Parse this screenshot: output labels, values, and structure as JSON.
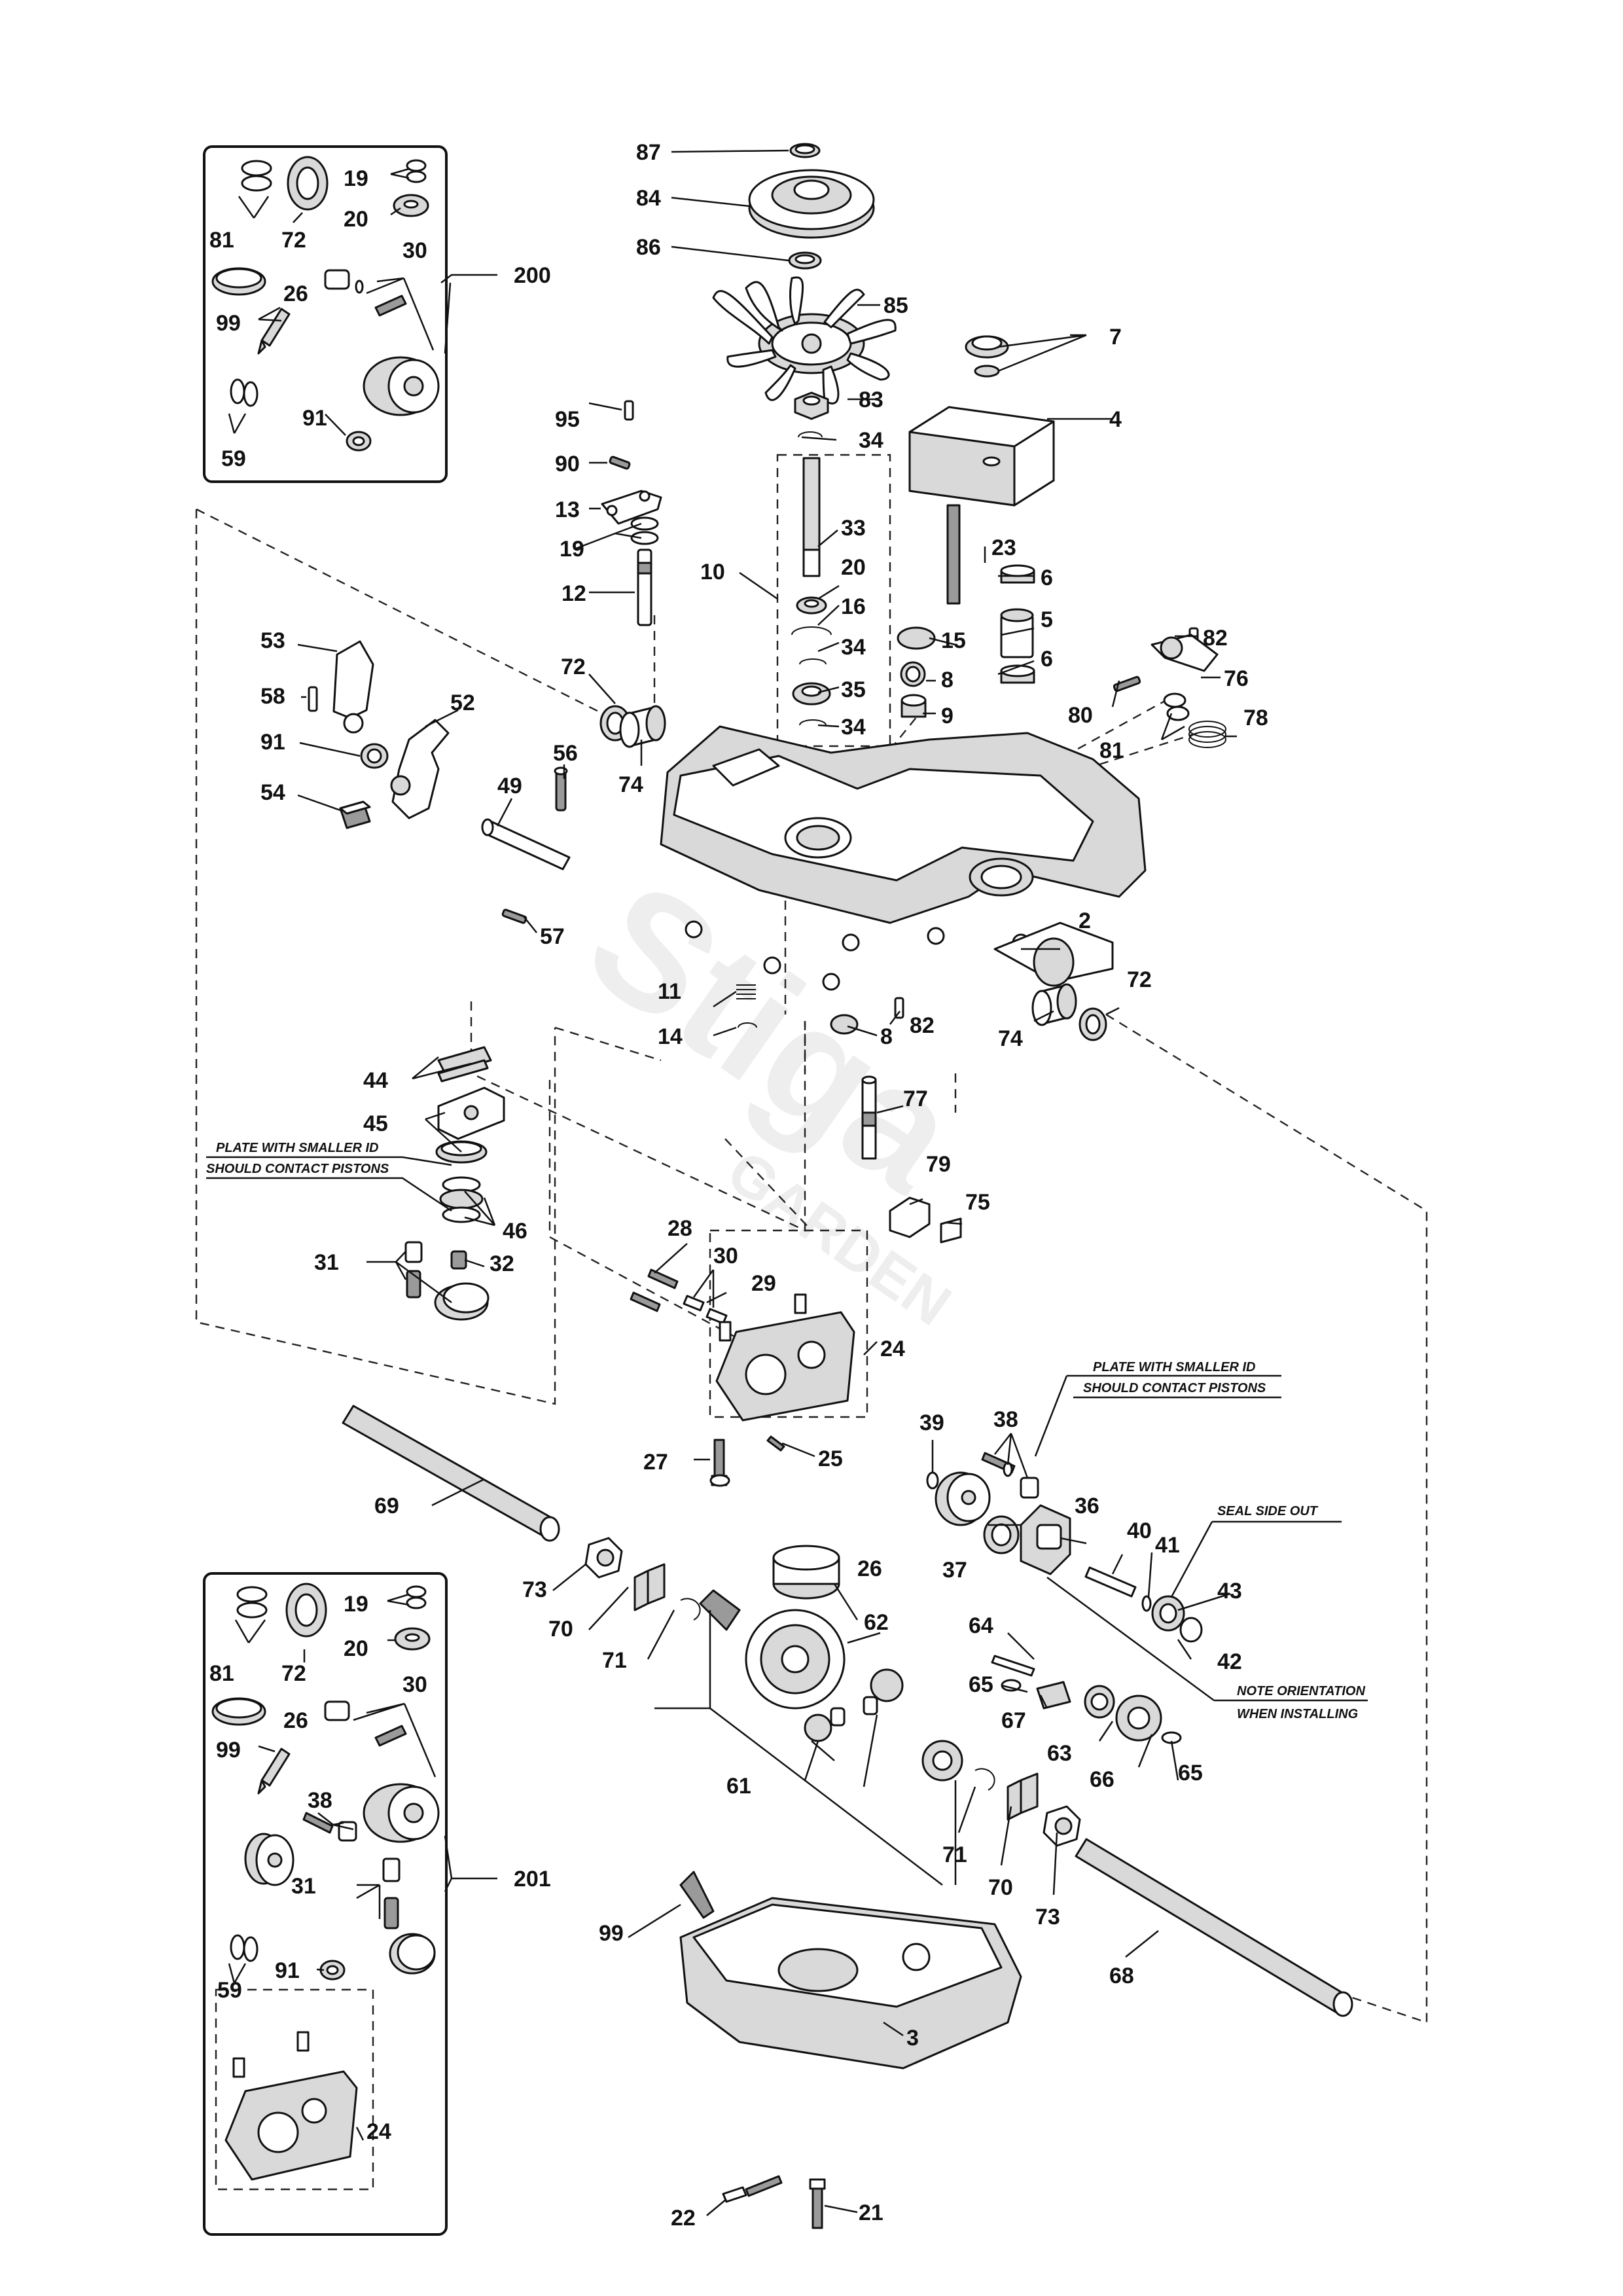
{
  "watermark": {
    "brand": "Stiga",
    "sub": "GARDEN"
  },
  "notes": {
    "plate_a_line1": "PLATE WITH SMALLER ID",
    "plate_a_line2": "SHOULD CONTACT PISTONS",
    "plate_b_line1": "PLATE WITH SMALLER ID",
    "plate_b_line2": "SHOULD CONTACT PISTONS",
    "seal": "SEAL SIDE OUT",
    "orient_line1": "NOTE ORIENTATION",
    "orient_line2": "WHEN INSTALLING"
  },
  "callouts": {
    "c87": "87",
    "c84": "84",
    "c86": "86",
    "c85": "85",
    "c7": "7",
    "c4": "4",
    "c83": "83",
    "c34a": "34",
    "c95": "95",
    "c90": "90",
    "c13": "13",
    "c19m": "19",
    "c12": "12",
    "c33": "33",
    "c23": "23",
    "c10": "10",
    "c20m": "20",
    "c16": "16",
    "c6a": "6",
    "c5": "5",
    "c6b": "6",
    "c82a": "82",
    "c76": "76",
    "c15": "15",
    "c34b": "34",
    "c8a": "8",
    "c35": "35",
    "c9": "9",
    "c34c": "34",
    "c80": "80",
    "c78": "78",
    "c81m": "81",
    "c53": "53",
    "c58": "58",
    "c52": "52",
    "c91m": "91",
    "c54": "54",
    "c72a": "72",
    "c74a": "74",
    "c56": "56",
    "c49": "49",
    "c57": "57",
    "c2": "2",
    "c72b": "72",
    "c74b": "74",
    "c11": "11",
    "c14": "14",
    "c8b": "8",
    "c82b": "82",
    "c77": "77",
    "c79": "79",
    "c75": "75",
    "c44": "44",
    "c45": "45",
    "c46": "46",
    "c31a": "31",
    "c32": "32",
    "c28": "28",
    "c30m": "30",
    "c29": "29",
    "c24a": "24",
    "c39": "39",
    "c38a": "38",
    "c27": "27",
    "c25": "25",
    "c69": "69",
    "c36": "36",
    "c40": "40",
    "c41": "41",
    "c43": "43",
    "c42": "42",
    "c37": "37",
    "c73a": "73",
    "c70a": "70",
    "c71a": "71",
    "c26m": "26",
    "c62": "62",
    "c64": "64",
    "c65a": "65",
    "c67": "67",
    "c63": "63",
    "c66": "66",
    "c65b": "65",
    "c61": "61",
    "c71b": "71",
    "c70b": "70",
    "c73b": "73",
    "c68": "68",
    "c99m": "99",
    "c3": "3",
    "c22": "22",
    "c21": "21",
    "k1_81": "81",
    "k1_72": "72",
    "k1_19": "19",
    "k1_20": "20",
    "k1_30": "30",
    "k1_26": "26",
    "k1_99": "99",
    "k1_59": "59",
    "k1_91": "91",
    "k1_200": "200",
    "k2_81": "81",
    "k2_72": "72",
    "k2_19": "19",
    "k2_20": "20",
    "k2_30": "30",
    "k2_26": "26",
    "k2_99": "99",
    "k2_38": "38",
    "k2_31": "31",
    "k2_59": "59",
    "k2_91": "91",
    "k2_24": "24",
    "k2_201": "201"
  }
}
